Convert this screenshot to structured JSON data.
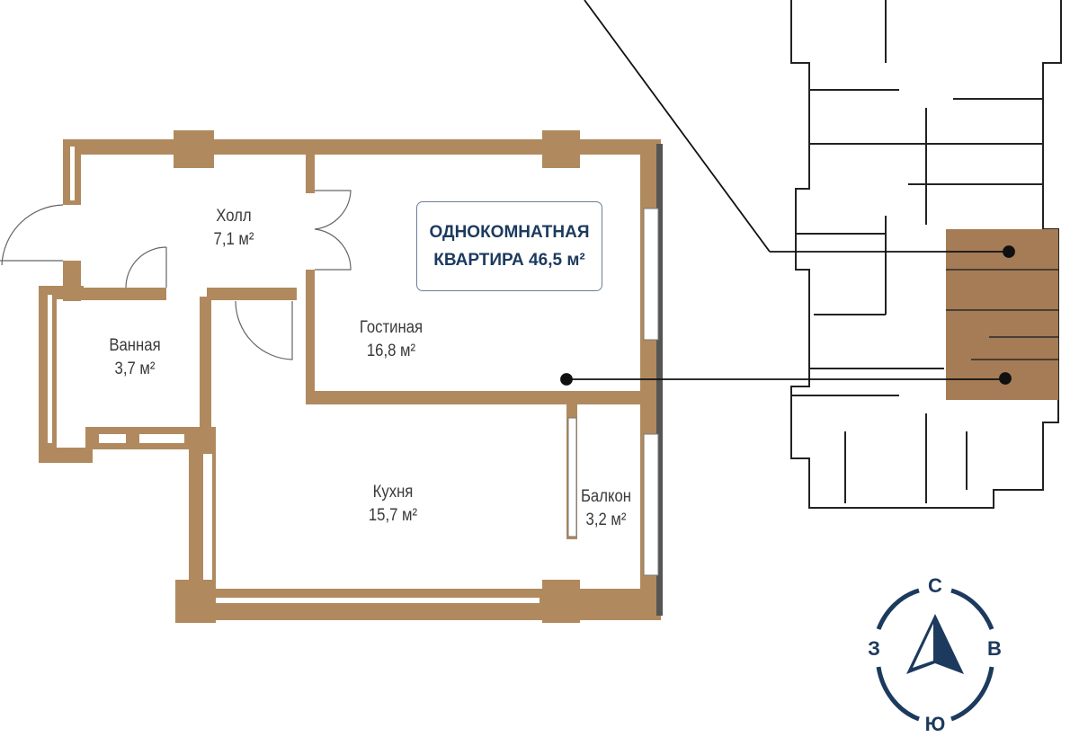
{
  "title": {
    "line1": "ОДНОКОМНАТНАЯ",
    "line2": "КВАРТИРА 46,5 м²"
  },
  "rooms": [
    {
      "name": "Холл",
      "area": "7,1 м²"
    },
    {
      "name": "Гостиная",
      "area": "16,8 м²"
    },
    {
      "name": "Ванная",
      "area": "3,7 м²"
    },
    {
      "name": "Кухня",
      "area": "15,7 м²"
    },
    {
      "name": "Балкон",
      "area": "3,2 м²"
    }
  ],
  "compass": {
    "north": "С",
    "south": "Ю",
    "east": "В",
    "west": "З"
  },
  "colors": {
    "wall": "#b08a5e",
    "accent": "#1c3a5e",
    "highlight": "#a57c55"
  }
}
